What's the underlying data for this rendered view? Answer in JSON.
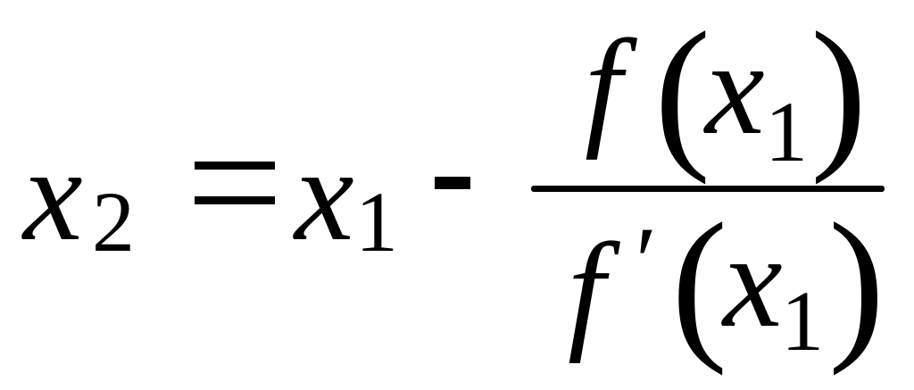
{
  "formula": {
    "lhs": {
      "variable": "x",
      "subscript": "2"
    },
    "equals": "=",
    "rhs_term": {
      "variable": "x",
      "subscript": "1"
    },
    "minus": "-",
    "numerator": {
      "function": "f",
      "open_paren": "(",
      "variable": "x",
      "subscript": "1",
      "close_paren": ")"
    },
    "denominator": {
      "function": "f",
      "prime": "′",
      "open_paren": "(",
      "variable": "x",
      "subscript": "1",
      "close_paren": ")"
    }
  }
}
